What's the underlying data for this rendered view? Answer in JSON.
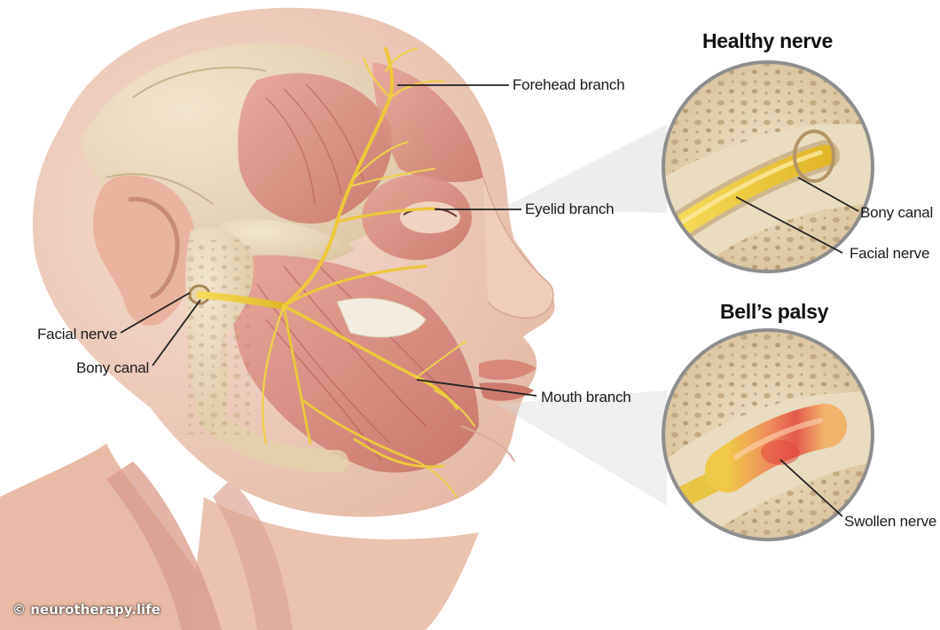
{
  "labels": {
    "forehead_branch": "Forehead branch",
    "eyelid_branch": "Eyelid branch",
    "mouth_branch": "Mouth branch",
    "facial_nerve_left": "Facial nerve",
    "bony_canal_left": "Bony canal"
  },
  "healthy_inset": {
    "heading": "Healthy nerve",
    "bony_canal": "Bony canal",
    "facial_nerve": "Facial nerve"
  },
  "palsy_inset": {
    "heading": "Bell’s palsy",
    "swollen_nerve": "Swollen nerve"
  },
  "credit": "© neurotherapy.life",
  "colors": {
    "skin": "#ecc9b6",
    "bone": "#e7d7b8",
    "muscle": "#d8877c",
    "nerve": "#f0cf3a",
    "inflamed": "#e9694e"
  }
}
